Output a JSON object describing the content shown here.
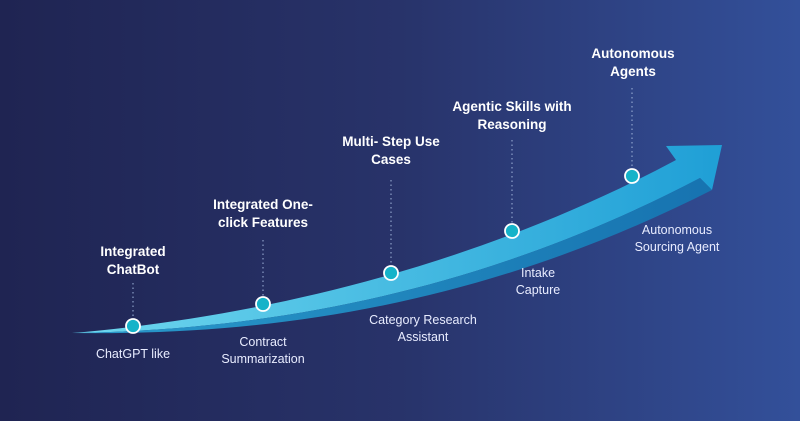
{
  "milestones": [
    {
      "top": [
        "Integrated",
        "ChatBot"
      ],
      "bottom": [
        "ChatGPT like"
      ]
    },
    {
      "top": [
        "Integrated One-",
        "click Features"
      ],
      "bottom": [
        "Contract",
        "Summarization"
      ]
    },
    {
      "top": [
        "Multi- Step Use",
        "Cases"
      ],
      "bottom": [
        "Category Research",
        "Assistant"
      ]
    },
    {
      "top": [
        "Agentic Skills with",
        "Reasoning"
      ],
      "bottom": [
        "Intake",
        "Capture"
      ]
    },
    {
      "top": [
        "Autonomous",
        "Agents"
      ],
      "bottom": [
        "Autonomous",
        "Sourcing Agent"
      ]
    }
  ],
  "colors": {
    "background_left": "#1f2452",
    "background_right": "#33509a",
    "arrow_light": "#5fd0ea",
    "arrow_dark": "#1a8fc4",
    "node_fill": "#15b3c9",
    "node_stroke": "#ffffff"
  }
}
